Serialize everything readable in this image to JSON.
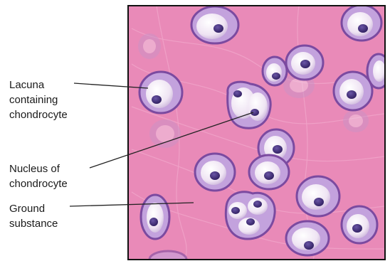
{
  "labels": {
    "lacuna": "Lacuna\ncontaining\nchondrocyte",
    "nucleus": "Nucleus of\nchondrocyte",
    "ground": "Ground\nsubstance"
  },
  "colors": {
    "matrix": "#e98ab8",
    "matrix_light": "#f2a9cc",
    "lacuna_rim": "#7b4aa0",
    "lacuna_halo": "#c3a2dd",
    "cell": "#f4ecf7",
    "nucleus": "#3c2872",
    "leader": "#222222",
    "frame": "#111111"
  },
  "icons": [
    "hyaline-cartilage-tissue"
  ]
}
